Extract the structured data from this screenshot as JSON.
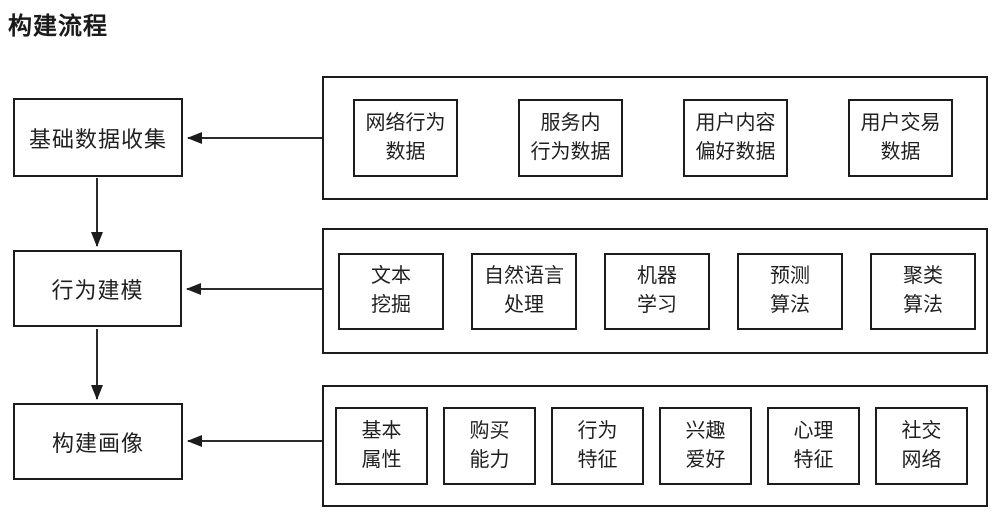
{
  "title": "构建流程",
  "colors": {
    "border": "#1c1c1c",
    "text": "#1f1f1f",
    "arrow": "#2b2b2b",
    "background": "#ffffff"
  },
  "stages": [
    {
      "label": "基础数据收集",
      "items": [
        "网络行为\n数据",
        "服务内\n行为数据",
        "用户内容\n偏好数据",
        "用户交易\n数据"
      ]
    },
    {
      "label": "行为建模",
      "items": [
        "文本\n挖掘",
        "自然语言\n处理",
        "机器\n学习",
        "预测\n算法",
        "聚类\n算法"
      ]
    },
    {
      "label": "构建画像",
      "items": [
        "基本\n属性",
        "购买\n能力",
        "行为\n特征",
        "兴趣\n爱好",
        "心理\n特征",
        "社交\n网络"
      ]
    }
  ]
}
